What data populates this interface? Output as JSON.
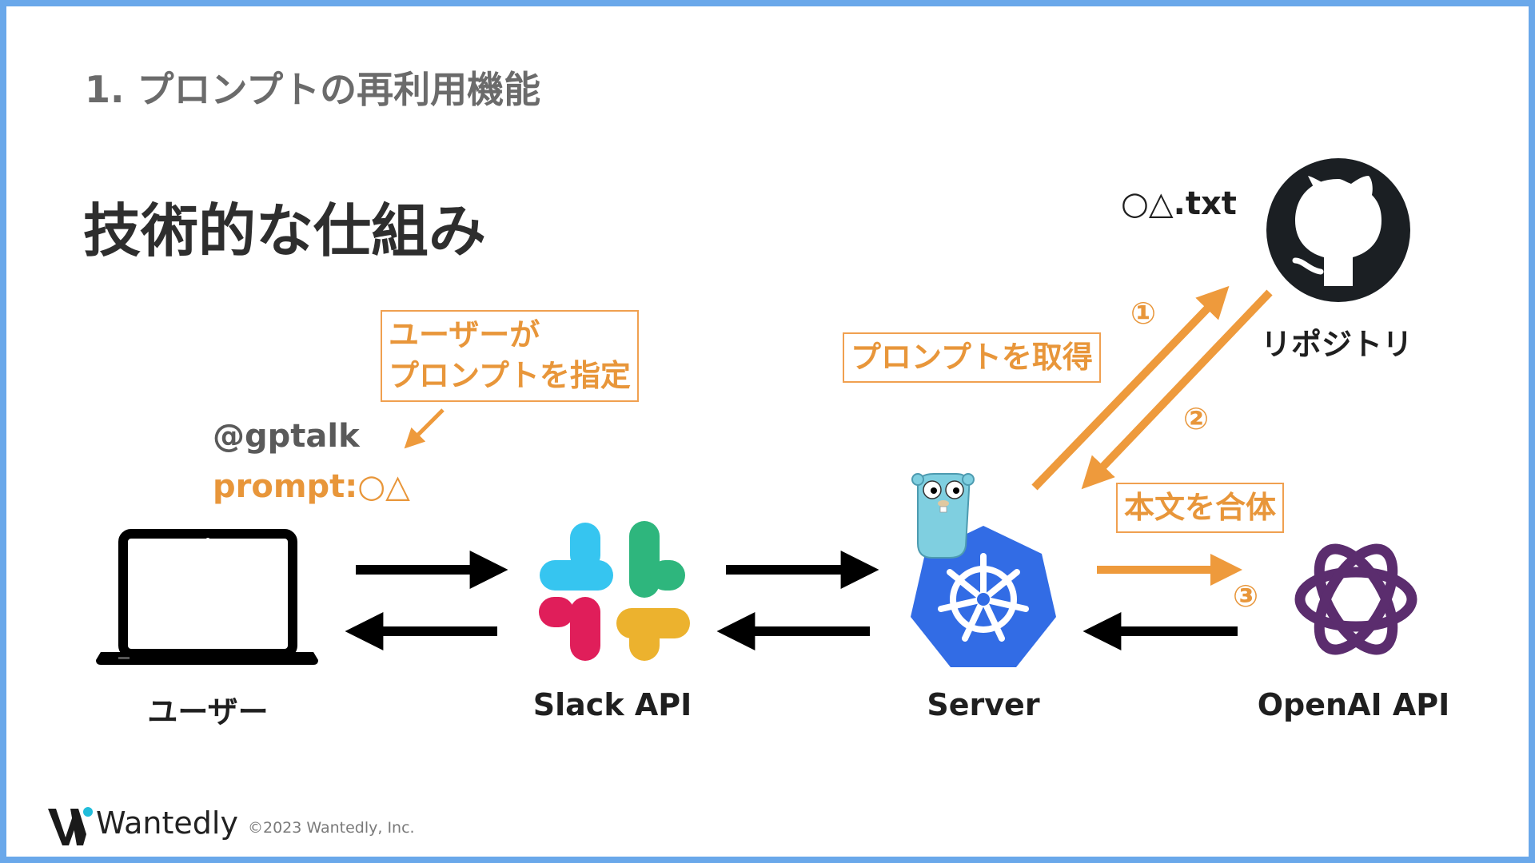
{
  "slide": {
    "section_title": "1. プロンプトの再利用機能",
    "heading": "技術的な仕組み"
  },
  "nodes": {
    "user": {
      "label": "ユーザー",
      "icon": "laptop-icon"
    },
    "slack": {
      "label": "Slack API",
      "icon": "slack-icon"
    },
    "server": {
      "label": "Server",
      "icon": "kubernetes-icon",
      "mascot": "gopher-icon"
    },
    "openai": {
      "label": "OpenAI API",
      "icon": "openai-icon"
    },
    "repo": {
      "label": "リポジトリ",
      "icon": "github-icon"
    }
  },
  "annotations": {
    "user_callout": "ユーザーが\nプロンプトを指定",
    "mention": "@gptalk",
    "prompt": "prompt:○△",
    "fetch_callout": "プロンプトを取得",
    "merge_callout": "本文を合体",
    "file_name": "○△.txt",
    "step1": "①",
    "step2": "②",
    "step3": "③"
  },
  "footer": {
    "brand": "Wantedly",
    "copyright": "©2023 Wantedly, Inc."
  },
  "colors": {
    "border": "#6aa8ea",
    "accent": "#e8963a",
    "arrow_dark": "#000000",
    "kubernetes": "#326ce5",
    "openai": "#5b2d6e",
    "github": "#1b1f23",
    "gopher": "#7fcfe0",
    "slack": [
      "#36c5f0",
      "#2eb67d",
      "#ecb22e",
      "#e01e5a"
    ],
    "brand_dot": "#21bddb"
  }
}
